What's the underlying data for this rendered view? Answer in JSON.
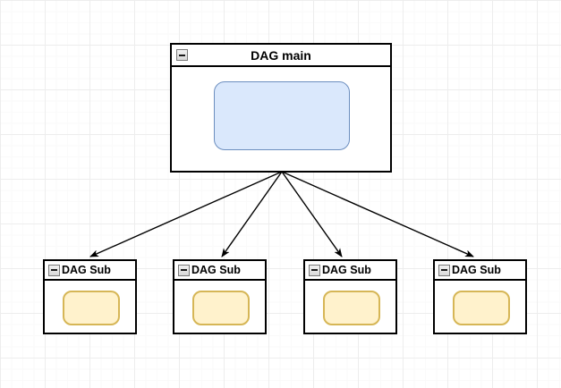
{
  "diagram": {
    "background_color": "#ffffff",
    "grid_minor_color": "#fafafa",
    "grid_major_color": "#ededed",
    "edge_color": "#000000"
  },
  "main_node": {
    "title": "DAG main",
    "collapse_icon": "minus-square-icon",
    "border_color": "#000000",
    "task": {
      "label": "",
      "fill_color": "#dae8fc",
      "stroke_color": "#6c8ebf"
    }
  },
  "sub_nodes": [
    {
      "title": "DAG Sub",
      "collapse_icon": "minus-square-icon",
      "task": {
        "label": "",
        "fill_color": "#fff2cc",
        "stroke_color": "#d6b656"
      }
    },
    {
      "title": "DAG Sub",
      "collapse_icon": "minus-square-icon",
      "task": {
        "label": "",
        "fill_color": "#fff2cc",
        "stroke_color": "#d6b656"
      }
    },
    {
      "title": "DAG Sub",
      "collapse_icon": "minus-square-icon",
      "task": {
        "label": "",
        "fill_color": "#fff2cc",
        "stroke_color": "#d6b656"
      }
    },
    {
      "title": "DAG Sub",
      "collapse_icon": "minus-square-icon",
      "task": {
        "label": "",
        "fill_color": "#fff2cc",
        "stroke_color": "#d6b656"
      }
    }
  ],
  "edges": [
    {
      "from": "main_node",
      "to": "sub_nodes.0"
    },
    {
      "from": "main_node",
      "to": "sub_nodes.1"
    },
    {
      "from": "main_node",
      "to": "sub_nodes.2"
    },
    {
      "from": "main_node",
      "to": "sub_nodes.3"
    }
  ]
}
